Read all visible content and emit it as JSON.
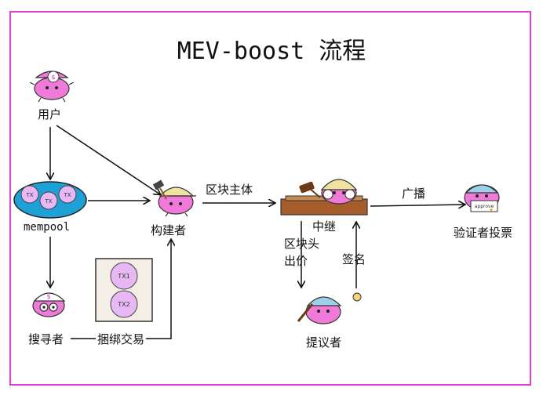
{
  "title": "MEV-boost 流程",
  "nodes": {
    "user": "用户",
    "mempool": "mempool",
    "builder": "构建者",
    "relay": "中继",
    "validators": "验证者投票",
    "searcher": "搜寻者",
    "bundle": "捆绑交易",
    "proposer": "提议者"
  },
  "edges": {
    "block_body": "区块主体",
    "broadcast": "广播",
    "header_bid_1": "区块头",
    "header_bid_2": "出价",
    "sign": "签名"
  },
  "mempool_tx": [
    "TX",
    "TX",
    "TX"
  ],
  "bundle_tx": [
    "TX1",
    "TX2"
  ],
  "approve_text": "approve",
  "colors": {
    "frame": "#e23fd0",
    "character": "#f07ad8",
    "mempool_fill": "#1ea1d6",
    "tx_fill": "#e7b8f3",
    "relay_wood": "#a45d2b",
    "hat": "#f0e3a0"
  }
}
